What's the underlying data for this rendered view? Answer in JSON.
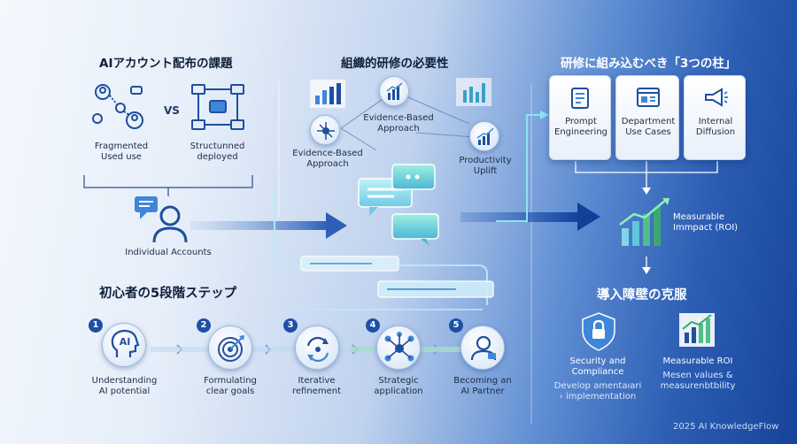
{
  "colors": {
    "accent": "#1e4fa8",
    "glow": "#7fd6e6",
    "green": "#4fbf8a"
  },
  "section1": {
    "title": "AIアカウント配布の課題",
    "left_label": "Fragmented\nUsed use",
    "vs": "VS",
    "right_label": "Structunned\ndeployed",
    "bottom_label": "Individual Accounts"
  },
  "section2": {
    "title": "組織的研修の必要性",
    "node_center": "Evidence-Based\nApproach",
    "node_left": "Evidence-Based\nApproach",
    "node_right": "Productivity\nUplift"
  },
  "section3": {
    "title": "研修に組み込むべき「3つの柱」",
    "pillars": [
      {
        "label": "Prompt\nEngineering",
        "icon": "document-icon"
      },
      {
        "label": "Department\nUse Cases",
        "icon": "browser-window-icon"
      },
      {
        "label": "Internal\nDiffusion",
        "icon": "megaphone-icon"
      }
    ],
    "impact_label": "Measurable\nImmpact (ROI)"
  },
  "section4": {
    "title": "初心者の5段階ステップ",
    "steps": [
      {
        "num": "1",
        "label": "Understanding\nAI potential",
        "icon": "ai-head-icon"
      },
      {
        "num": "2",
        "label": "Formulating\nclear goals",
        "icon": "target-icon"
      },
      {
        "num": "3",
        "label": "Iterative\nrefinement",
        "icon": "cycle-icon"
      },
      {
        "num": "4",
        "label": "Strategic\napplication",
        "icon": "network-icon"
      },
      {
        "num": "5",
        "label": "Becoming an\nAI Partner",
        "icon": "person-icon"
      }
    ],
    "ai_text": "AI"
  },
  "section5": {
    "title": "導入障壁の克服",
    "left_title": "Security and\nCompliance",
    "left_sub": "Develop amentaıari\n› implementation",
    "right_title": "Measurable ROI",
    "right_sub": "Mesen values &\nmeasurenbtbility"
  },
  "footer": {
    "copyright": "2025 AI KnowledgeFlow"
  }
}
